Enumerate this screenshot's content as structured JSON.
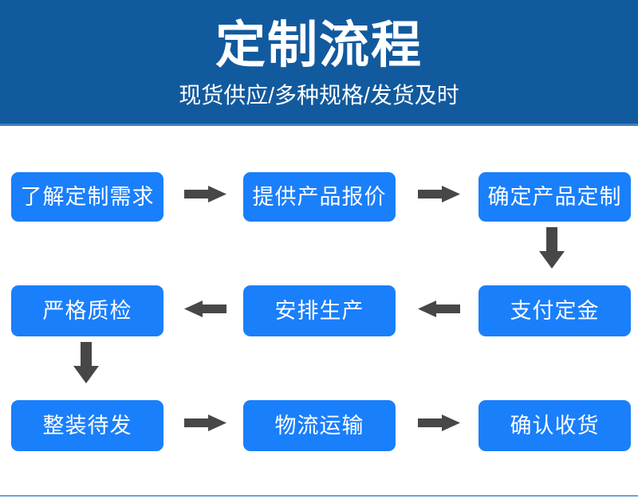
{
  "banner": {
    "title": "定制流程",
    "subtitle": "现货供应/多种规格/发货及时",
    "background_color": "#125a9e",
    "text_color": "#ffffff"
  },
  "flow": {
    "node_color": "#1a7ffb",
    "node_text_color": "#ffffff",
    "arrow_color": "#474747",
    "steps": [
      {
        "id": 1,
        "label": "了解定制需求",
        "row": 1,
        "column": 1
      },
      {
        "id": 2,
        "label": "提供产品报价",
        "row": 1,
        "column": 2
      },
      {
        "id": 3,
        "label": "确定产品定制",
        "row": 1,
        "column": 3
      },
      {
        "id": 4,
        "label": "严格质检",
        "row": 2,
        "column": 1
      },
      {
        "id": 5,
        "label": "安排生产",
        "row": 2,
        "column": 2
      },
      {
        "id": 6,
        "label": "支付定金",
        "row": 2,
        "column": 3
      },
      {
        "id": 7,
        "label": "整装待发",
        "row": 3,
        "column": 1
      },
      {
        "id": 8,
        "label": "物流运输",
        "row": 3,
        "column": 2
      },
      {
        "id": 9,
        "label": "确认收货",
        "row": 3,
        "column": 3
      }
    ],
    "connectors": [
      {
        "from": 1,
        "to": 2,
        "direction": "right"
      },
      {
        "from": 2,
        "to": 3,
        "direction": "right"
      },
      {
        "from": 3,
        "to": 6,
        "direction": "down"
      },
      {
        "from": 6,
        "to": 5,
        "direction": "left"
      },
      {
        "from": 5,
        "to": 4,
        "direction": "left"
      },
      {
        "from": 4,
        "to": 7,
        "direction": "down"
      },
      {
        "from": 7,
        "to": 8,
        "direction": "right"
      },
      {
        "from": 8,
        "to": 9,
        "direction": "right"
      }
    ]
  }
}
